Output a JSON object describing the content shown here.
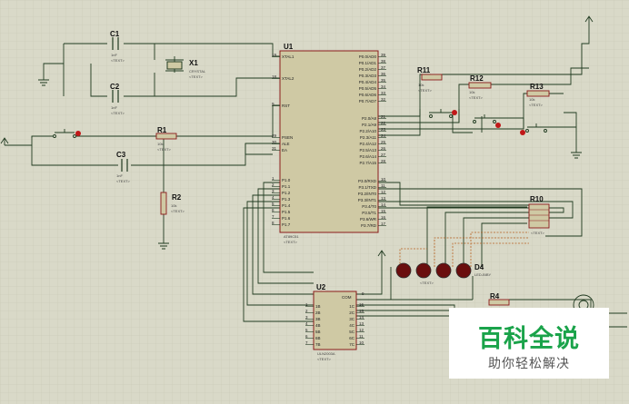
{
  "components": {
    "u1": {
      "ref": "U1",
      "part": "AT89C51",
      "left_pins": [
        "XTAL1",
        "XTAL2",
        "RST",
        "PSEN",
        "ALE",
        "EA",
        "P1.0",
        "P1.1",
        "P1.2",
        "P1.3",
        "P1.4",
        "P1.5",
        "P1.6",
        "P1.7"
      ],
      "left_nums": [
        "19",
        "18",
        "9",
        "29",
        "30",
        "31",
        "1",
        "2",
        "3",
        "4",
        "5",
        "6",
        "7",
        "8"
      ],
      "right_pins": [
        "P0.0/AD0",
        "P0.1/AD1",
        "P0.2/AD2",
        "P0.3/AD3",
        "P0.4/AD4",
        "P0.5/AD5",
        "P0.6/AD6",
        "P0.7/AD7",
        "P2.0/A8",
        "P2.1/A9",
        "P2.2/A10",
        "P2.3/A11",
        "P2.4/A12",
        "P2.5/A13",
        "P2.6/A14",
        "P2.7/A15",
        "P3.0/RXD",
        "P3.1/TXD",
        "P3.2/INT0",
        "P3.3/INT1",
        "P3.4/T0",
        "P3.5/T1",
        "P3.6/WR",
        "P3.7/RD"
      ],
      "right_nums": [
        "39",
        "38",
        "37",
        "36",
        "35",
        "34",
        "33",
        "32",
        "21",
        "22",
        "23",
        "24",
        "25",
        "26",
        "27",
        "28",
        "10",
        "11",
        "12",
        "13",
        "14",
        "15",
        "16",
        "17"
      ]
    },
    "c1": {
      "ref": "C1",
      "value": "1nF"
    },
    "c2": {
      "ref": "C2",
      "value": "1nF"
    },
    "c3": {
      "ref": "C3",
      "value": "1nF"
    },
    "x1": {
      "ref": "X1",
      "value": "CRYSTAL"
    },
    "r1": {
      "ref": "R1",
      "value": "10k"
    },
    "r2": {
      "ref": "R2",
      "value": "10k"
    },
    "r4": {
      "ref": "R4"
    },
    "r10": {
      "ref": "R10"
    },
    "r11": {
      "ref": "R11",
      "value": "10k"
    },
    "r12": {
      "ref": "R12",
      "value": "10k"
    },
    "r13": {
      "ref": "R13",
      "value": "10k"
    },
    "d4": {
      "ref": "D4",
      "value": "LED-BIBY"
    },
    "u2": {
      "ref": "U2",
      "part": "ULN2003A",
      "com": "COM",
      "in_pins": [
        "1B",
        "2B",
        "3B",
        "4B",
        "5B",
        "6B",
        "7B"
      ],
      "out_pins": [
        "1C",
        "2C",
        "3C",
        "4C",
        "5C",
        "6C",
        "7C"
      ],
      "in_nums": [
        "1",
        "2",
        "3",
        "4",
        "5",
        "6",
        "7"
      ],
      "out_nums": [
        "16",
        "15",
        "14",
        "13",
        "12",
        "11",
        "10"
      ],
      "com_num": "9"
    },
    "text_placeholder": "<TEXT>"
  },
  "watermark": {
    "title": "百科全说",
    "subtitle": "助你轻松解决"
  }
}
